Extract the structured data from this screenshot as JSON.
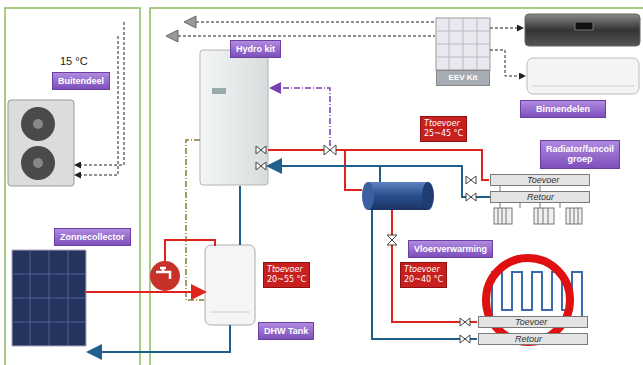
{
  "diagram": {
    "nodes": [
      {
        "text": [
          "Buitendeel"
        ]
      },
      {
        "text": [
          "Hydro kit"
        ]
      },
      {
        "text": [
          "EEV Kit"
        ]
      },
      {
        "text": [
          "Binnendelen"
        ]
      },
      {
        "text": [
          "Ttoevoer",
          "25~45 °C"
        ]
      },
      {
        "text": [
          "Radiator/fancoil groep"
        ]
      },
      {
        "text": [
          "Toevoer"
        ]
      },
      {
        "text": [
          "Retour"
        ]
      },
      {
        "text": [
          "Zonnecollector"
        ]
      },
      {
        "text": [
          "Vloerverwarming"
        ]
      },
      {
        "text": [
          "Ttoevoer",
          "20~40 °C"
        ]
      },
      {
        "text": [
          "Ttoevoer",
          "20~55 °C"
        ]
      },
      {
        "text": [
          "Toevoer"
        ]
      },
      {
        "text": [
          "Retour"
        ]
      },
      {
        "text": [
          "DHW Tank"
        ]
      }
    ],
    "labels": [
      "15 °C"
    ]
  }
}
